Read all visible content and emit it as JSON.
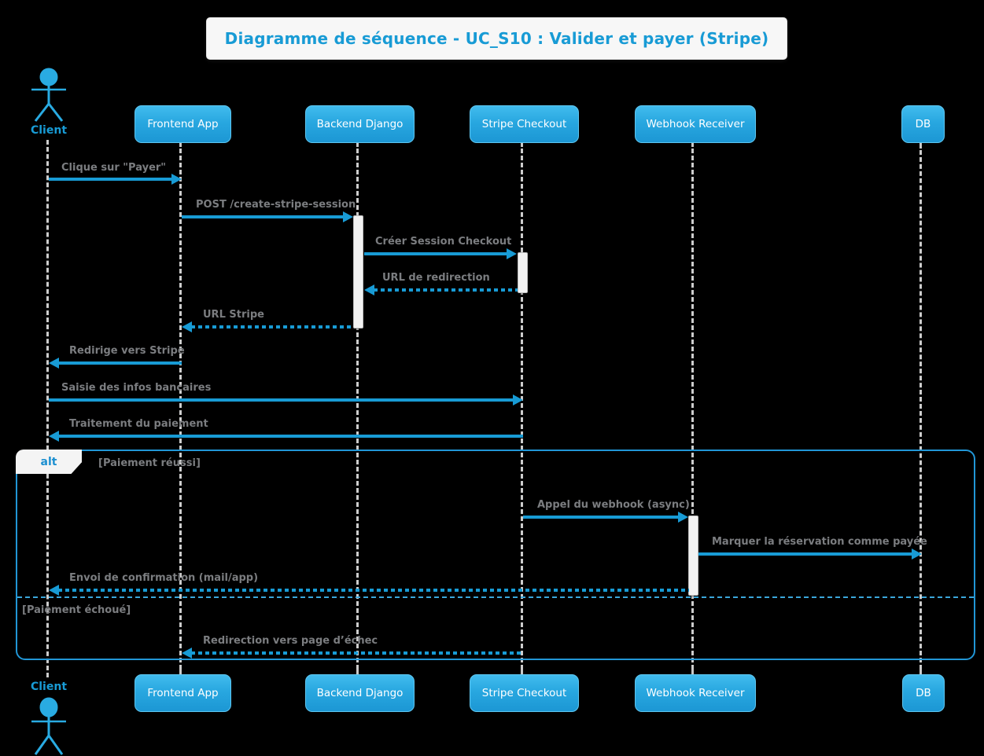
{
  "title": "Diagramme de séquence - UC_S10 : Valider et payer (Stripe)",
  "colors": {
    "accent_blue": "#189bd5",
    "participant_gradient_top": "#41bbed",
    "participant_gradient_bottom": "#1c97d4",
    "message_label_gray": "#7b7d80",
    "lifeline_gray": "#cdcdcd",
    "background": "#000000",
    "frame_blue": "#2196d6"
  },
  "actor": {
    "label": "Client"
  },
  "participants": [
    {
      "label": "Frontend App"
    },
    {
      "label": "Backend Django"
    },
    {
      "label": "Stripe Checkout"
    },
    {
      "label": "Webhook Receiver"
    },
    {
      "label": "DB"
    }
  ],
  "messages": [
    {
      "label": "Clique sur \"Payer\"",
      "from": "Client",
      "to": "Frontend App",
      "style": "solid"
    },
    {
      "label": "POST /create-stripe-session",
      "from": "Frontend App",
      "to": "Backend Django",
      "style": "solid"
    },
    {
      "label": "Créer Session Checkout",
      "from": "Backend Django",
      "to": "Stripe Checkout",
      "style": "solid"
    },
    {
      "label": "URL de redirection",
      "from": "Stripe Checkout",
      "to": "Backend Django",
      "style": "dotted"
    },
    {
      "label": "URL Stripe",
      "from": "Backend Django",
      "to": "Frontend App",
      "style": "dotted"
    },
    {
      "label": "Redirige vers Stripe",
      "from": "Frontend App",
      "to": "Client",
      "style": "solid"
    },
    {
      "label": "Saisie des infos bancaires",
      "from": "Client",
      "to": "Stripe Checkout",
      "style": "solid"
    },
    {
      "label": "Traitement du paiement",
      "from": "Stripe Checkout",
      "to": "Client",
      "style": "solid"
    },
    {
      "label": "Appel du webhook (async)",
      "from": "Stripe Checkout",
      "to": "Webhook Receiver",
      "style": "solid"
    },
    {
      "label": "Marquer la réservation comme payée",
      "from": "Webhook Receiver",
      "to": "DB",
      "style": "solid"
    },
    {
      "label": "Envoi de confirmation (mail/app)",
      "from": "Webhook Receiver",
      "to": "Client",
      "style": "dotted"
    },
    {
      "label": "Redirection vers page d’échec",
      "from": "Stripe Checkout",
      "to": "Frontend App",
      "style": "dotted"
    }
  ],
  "alt_frame": {
    "operator": "alt",
    "branches": [
      {
        "guard": "[Paiement réussi]"
      },
      {
        "guard": "[Paiement échoué]"
      }
    ]
  }
}
